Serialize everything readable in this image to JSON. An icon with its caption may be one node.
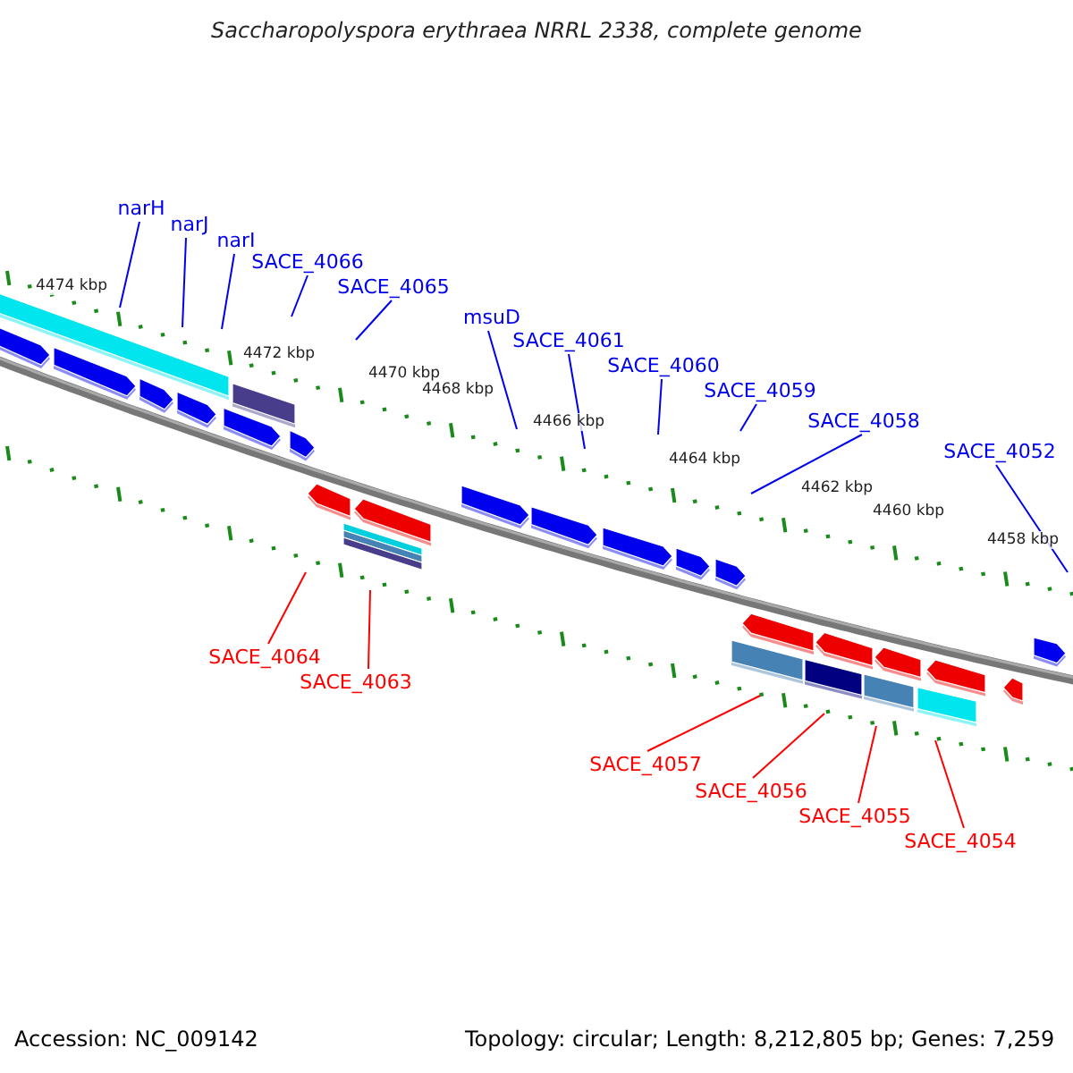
{
  "diagram": {
    "title": "Saccharopolyspora erythraea NRRL 2338, complete genome",
    "nodes": [
      {
        "text": [
          "narH"
        ]
      },
      {
        "text": [
          "narJ"
        ]
      },
      {
        "text": [
          "narI"
        ]
      },
      {
        "text": [
          "SACE_4066"
        ]
      },
      {
        "text": [
          "SACE_4065"
        ]
      },
      {
        "text": [
          "msuD"
        ]
      },
      {
        "text": [
          "SACE_4061"
        ]
      },
      {
        "text": [
          "SACE_4060"
        ]
      },
      {
        "text": [
          "SACE_4059"
        ]
      },
      {
        "text": [
          "SACE_4058"
        ]
      },
      {
        "text": [
          "SACE_4052"
        ]
      },
      {
        "text": [
          "SACE_4064"
        ]
      },
      {
        "text": [
          "SACE_4063"
        ]
      },
      {
        "text": [
          "SACE_4057"
        ]
      },
      {
        "text": [
          "SACE_4056"
        ]
      },
      {
        "text": [
          "SACE_4055"
        ]
      },
      {
        "text": [
          "SACE_4054"
        ]
      }
    ],
    "edges": [
      {
        "from": 0,
        "to": null,
        "arrow": "none"
      },
      {
        "from": 1,
        "to": null,
        "arrow": "none"
      },
      {
        "from": 2,
        "to": null,
        "arrow": "none"
      },
      {
        "from": 3,
        "to": null,
        "arrow": "none"
      },
      {
        "from": 4,
        "to": null,
        "arrow": "none"
      },
      {
        "from": 5,
        "to": null,
        "arrow": "none"
      },
      {
        "from": 6,
        "to": null,
        "arrow": "none"
      },
      {
        "from": 7,
        "to": null,
        "arrow": "none"
      },
      {
        "from": 8,
        "to": null,
        "arrow": "none"
      },
      {
        "from": 9,
        "to": null,
        "arrow": "none"
      },
      {
        "from": 10,
        "to": null,
        "arrow": "none"
      },
      {
        "from": 11,
        "to": null,
        "arrow": "none",
        "color": "#ff0000"
      },
      {
        "from": 12,
        "to": null,
        "arrow": "none",
        "color": "#ff0000"
      },
      {
        "from": 13,
        "to": null,
        "arrow": "none",
        "color": "#ff0000"
      },
      {
        "from": 14,
        "to": null,
        "arrow": "none",
        "color": "#ff0000"
      },
      {
        "from": 15,
        "to": null,
        "arrow": "none",
        "color": "#ff0000"
      },
      {
        "from": 16,
        "to": null,
        "arrow": "none",
        "color": "#ff0000"
      }
    ],
    "labels": [
      "4474 kbp",
      "4472 kbp",
      "4470 kbp",
      "4468 kbp",
      "4466 kbp",
      "4464 kbp",
      "4462 kbp",
      "4460 kbp",
      "4458 kbp",
      "Accession: NC_009142",
      "Topology: circular; Length: 8,212,805 bp; Genes: 7,259"
    ]
  }
}
